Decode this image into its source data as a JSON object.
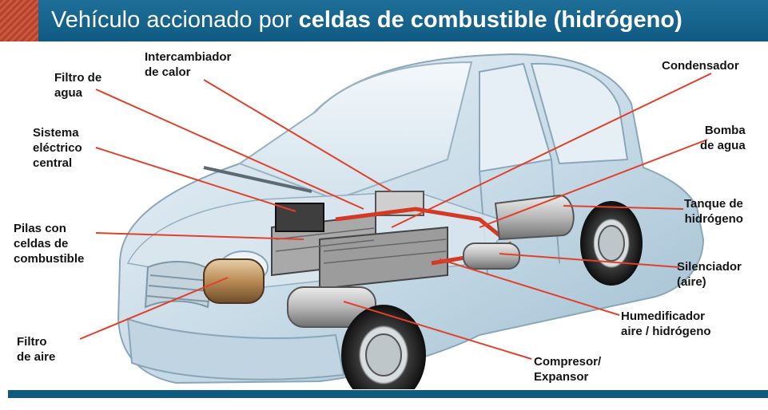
{
  "header": {
    "title_regular": "Vehículo accionado por ",
    "title_bold": "celdas de combustible (hidrógeno)"
  },
  "labels": {
    "intercambiador": "Intercambiador\nde calor",
    "filtro_agua": "Filtro de\nagua",
    "sistema_electrico": "Sistema\neléctrico\ncentral",
    "pilas": "Pilas con\nceldas de\ncombustible",
    "filtro_aire": "Filtro\nde aire",
    "condensador": "Condensador",
    "bomba_agua": "Bomba\nde agua",
    "tanque": "Tanque de\nhidrógeno",
    "silenciador": "Silenciador\n(aire)",
    "humedificador": "Humedificador\naire / hidrógeno",
    "compresor": "Compresor/\nExpansor"
  },
  "colors": {
    "header_blue": "#0f5a82",
    "leader_red": "#e0412a",
    "car_body": "#cfe0ea"
  }
}
